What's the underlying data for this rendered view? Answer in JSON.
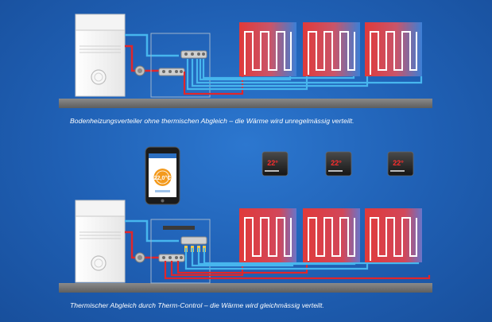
{
  "captions": {
    "top": "Bodenheizungsverteiler ohne thermischen Abgleich – die Wärme wird unregelmässig verteilt.",
    "bottom": "Thermischer Abgleich durch Therm-Control – die Wärme wird gleichmässig verteilt."
  },
  "phone": {
    "temperature": "22,0°C"
  },
  "thermostats": [
    {
      "temperature": "22°"
    },
    {
      "temperature": "22°"
    },
    {
      "temperature": "22°"
    }
  ],
  "colors": {
    "background": "#1f5fb3",
    "hot_pipe": "#e0262b",
    "cold_pipe": "#47b6ee",
    "floor": "#7a7a7a",
    "accent_orange": "#f39a1d"
  },
  "icons": [
    "boiler-icon",
    "manifold-icon",
    "pump-icon",
    "smartphone-icon",
    "thermostat-icon",
    "floor-heating-loop-icon"
  ]
}
